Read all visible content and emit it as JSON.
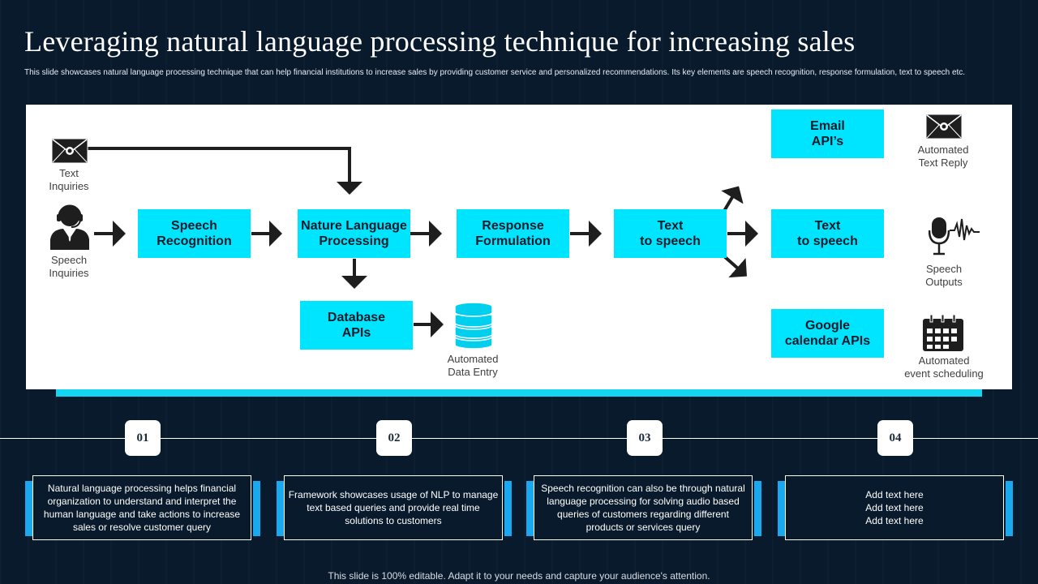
{
  "slide": {
    "title": "Leveraging natural language processing technique for increasing sales",
    "subtitle": "This slide showcases natural language processing technique that can help financial institutions to increase sales by providing customer service and personalized recommendations. Its key elements are speech recognition, response formulation, text to speech etc.",
    "footer": "This slide is 100% editable. Adapt it to your needs and capture your audience's attention."
  },
  "diagram": {
    "inputs": {
      "text_label": "Text\nInquiries",
      "speech_label": "Speech\nInquiries"
    },
    "boxes": {
      "speech_recognition": "Speech\nRecognition",
      "nlp": "Nature Language\nProcessing",
      "response_formulation": "Response\nFormulation",
      "text_to_speech_1": "Text\nto speech",
      "database_apis": "Database\nAPIs",
      "email_apis": "Email\nAPI’s",
      "text_to_speech_2": "Text\nto speech",
      "google_calendar": "Google\ncalendar APIs"
    },
    "outputs": {
      "data_entry": "Automated\nData Entry",
      "text_reply": "Automated\nText Reply",
      "speech_outputs": "Speech\nOutputs",
      "event_scheduling": "Automated\nevent  scheduling"
    },
    "icons": {
      "text_inquiries": "envelope-icon",
      "speech_inquiries": "support-agent-icon",
      "data_entry": "database-icon",
      "text_reply": "envelope-icon",
      "speech_outputs": "microphone-icon",
      "event_scheduling": "calendar-icon"
    },
    "colors": {
      "box": "#00e5ff",
      "arrow": "#1e1e1e",
      "database": "#00cfee"
    }
  },
  "steps": [
    {
      "number": "01",
      "text": "Natural language processing helps financial organization to understand and interpret the human language and take actions to increase sales or resolve customer query"
    },
    {
      "number": "02",
      "text": "Framework showcases usage of NLP to manage text based queries and provide real time solutions to customers"
    },
    {
      "number": "03",
      "text": "Speech recognition can also be through natural language processing for solving audio based queries of customers regarding different products or services query"
    },
    {
      "number": "04",
      "text": "Add text here\nAdd text here\nAdd text here"
    }
  ]
}
